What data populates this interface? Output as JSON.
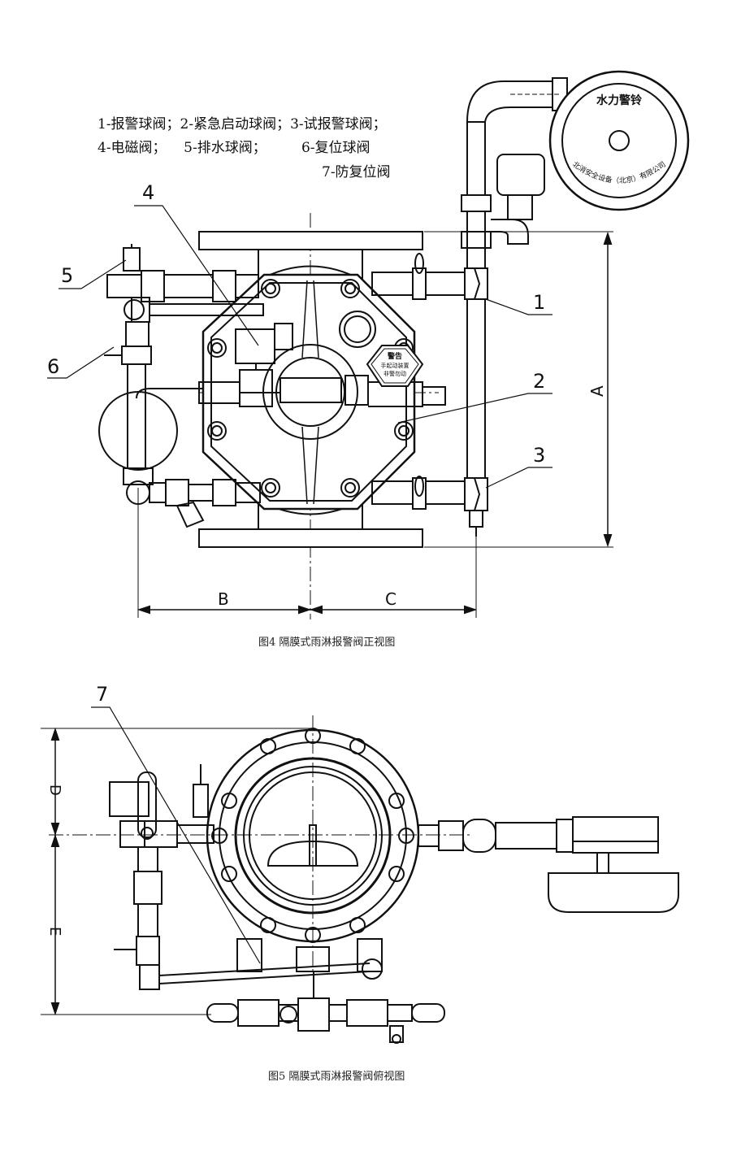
{
  "legend": {
    "line1": "1-报警球阀；2-紧急启动球阀；3-试报警球阀；",
    "line2": "4-电磁阀；    5-排水球阀；        6-复位球阀",
    "line3": "7-防复位阀"
  },
  "callouts": {
    "n1": "1",
    "n2": "2",
    "n3": "3",
    "n4": "4",
    "n5": "5",
    "n6": "6",
    "n7": "7"
  },
  "dimensions": {
    "A": "A",
    "B": "B",
    "C": "C",
    "D": "D",
    "E": "E"
  },
  "alarm_bell": {
    "title": "水力警铃",
    "maker": "北消安全设备（北京）有限公司"
  },
  "warning_tag": {
    "title": "警告",
    "line1": "手起动装置",
    "line2": "非警勿动"
  },
  "captions": {
    "front": "图4  隔膜式雨淋报警阀正视图",
    "top": "图5  隔膜式雨淋报警阀俯视图"
  },
  "colors": {
    "ink": "#111111",
    "paper": "#ffffff"
  }
}
